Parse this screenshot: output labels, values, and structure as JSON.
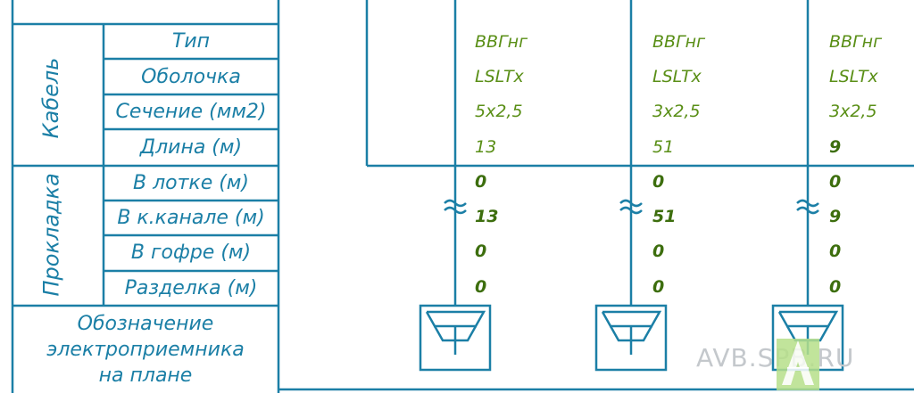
{
  "table": {
    "group_cable": "Кабель",
    "group_laying": "Прокладка",
    "rows_cable": [
      "Тип",
      "Оболочка",
      "Сечение (мм2)",
      "Длина (м)"
    ],
    "rows_laying": [
      "В лотке (м)",
      "В к.канале (м)",
      "В гофре (м)",
      "Разделка (м)"
    ],
    "designation": [
      "Обозначение",
      "электроприемника",
      "на плане"
    ]
  },
  "columns": [
    {
      "type": "ВВГнг",
      "sheath": "LSLTx",
      "section": "5х2,5",
      "length": "13",
      "tray": "0",
      "channel": "13",
      "corrugated": "0",
      "cutting": "0"
    },
    {
      "type": "ВВГнг",
      "sheath": "LSLTx",
      "section": "3х2,5",
      "length": "51",
      "tray": "0",
      "channel": "51",
      "corrugated": "0",
      "cutting": "0"
    },
    {
      "type": "ВВГнг",
      "sheath": "LSLTx",
      "section": "3х2,5",
      "length": "9",
      "tray": "0",
      "channel": "9",
      "corrugated": "0",
      "cutting": "0"
    }
  ],
  "colors": {
    "line": "#1b7fa6",
    "cable_text": "#5a8f17",
    "laying_text": "#3d6e0e"
  },
  "watermark": {
    "text": "AVB.SPB.RU",
    "logo": "green-tower-logo-icon"
  }
}
